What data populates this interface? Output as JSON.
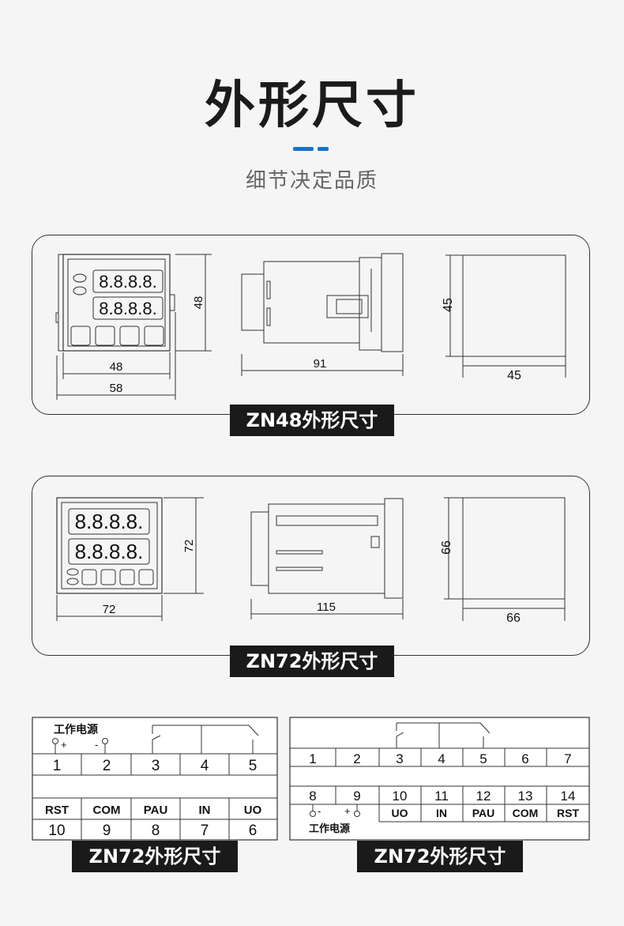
{
  "header": {
    "title": "外形尺寸",
    "subtitle": "细节决定品质"
  },
  "display_digits": "8.8.8.8.",
  "zn48": {
    "caption": "ZN48外形尺寸",
    "front_width_inner": "48",
    "front_width_outer": "58",
    "front_height": "48",
    "side_depth": "91",
    "back_height": "45",
    "back_width": "45"
  },
  "zn72": {
    "caption": "ZN72外形尺寸",
    "front_width": "72",
    "front_height": "72",
    "side_depth": "115",
    "back_height": "66",
    "back_width": "66"
  },
  "wiring_left": {
    "caption": "ZN72外形尺寸",
    "power_label": "工作电源",
    "plus": "+",
    "minus": "-",
    "top_numbers": [
      "1",
      "2",
      "3",
      "4",
      "5"
    ],
    "signal_labels": [
      "RST",
      "COM",
      "PAU",
      "IN",
      "UO"
    ],
    "bottom_numbers": [
      "10",
      "9",
      "8",
      "7",
      "6"
    ]
  },
  "wiring_right": {
    "caption": "ZN72外形尺寸",
    "power_label": "工作电源",
    "minus": "-",
    "plus": "+",
    "top_numbers": [
      "1",
      "2",
      "3",
      "4",
      "5",
      "6",
      "7"
    ],
    "bottom_numbers": [
      "8",
      "9",
      "10",
      "11",
      "12",
      "13",
      "14"
    ],
    "signal_labels": [
      "UO",
      "IN",
      "PAU",
      "COM",
      "RST"
    ]
  }
}
